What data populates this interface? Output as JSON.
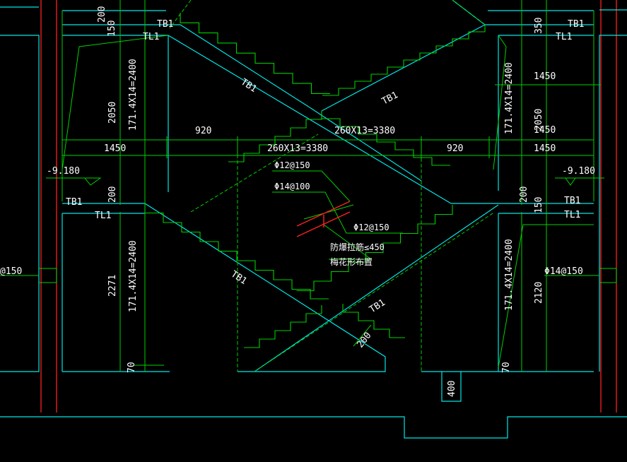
{
  "colors": {
    "background": "#000000",
    "slab_outline": "#00e5e5",
    "dimension": "#00d000",
    "column": "#ff2020",
    "rebar": "#ff2020",
    "text": "#ffffff"
  },
  "labels": {
    "tb1_top_left": "TB1",
    "tl1_top_left": "TL1",
    "tb1_top_right": "TB1",
    "tl1_top_right": "TL1",
    "tb1_mid_left": "TB1",
    "tl1_mid_left": "TL1",
    "tb1_mid_right": "TB1",
    "tl1_mid_right": "TL1",
    "tb1_flight_upper_left": "TB1",
    "tb1_flight_upper_right": "TB1",
    "tb1_flight_lower_left": "TB1",
    "tb1_flight_lower_right": "TB1",
    "elev_left": "-9.180",
    "elev_right": "-9.180",
    "rebar_12_top": "Φ12@150",
    "rebar_14": "Φ14@100",
    "rebar_12_right": "Φ12@150",
    "note_line1": "防爆拉筋≤450",
    "note_line2": "梅花形布置",
    "rebar_left_edge": "@150",
    "rebar_right_wall": "Φ14@150"
  },
  "dimensions": {
    "d200_top_left": "200",
    "d150_top_left": "150",
    "d2050_left": "2050",
    "d171_upper_left": "171.4X14=2400",
    "d920_left": "920",
    "d1450_left": "1450",
    "d260_upper": "260X13=3380",
    "d260_lower": "260X13=3380",
    "d920_right": "920",
    "d1450_right_a": "1450",
    "d1450_right_b": "1450",
    "d1450_right_c": "1450",
    "d350_right": "350",
    "d171_upper_right": "171.4X14=2400",
    "d2050_right": "2050",
    "d200_mid_left": "200",
    "d2271_left": "2271",
    "d171_lower_left": "171.4X14=2400",
    "d70_left": "70",
    "d200_mid_right": "200",
    "d150_mid_right": "150",
    "d171_lower_right": "171.4X14=2400",
    "d2120_right": "2120",
    "d70_right": "70",
    "d200_diag": "200",
    "d400_bottom": "400"
  }
}
